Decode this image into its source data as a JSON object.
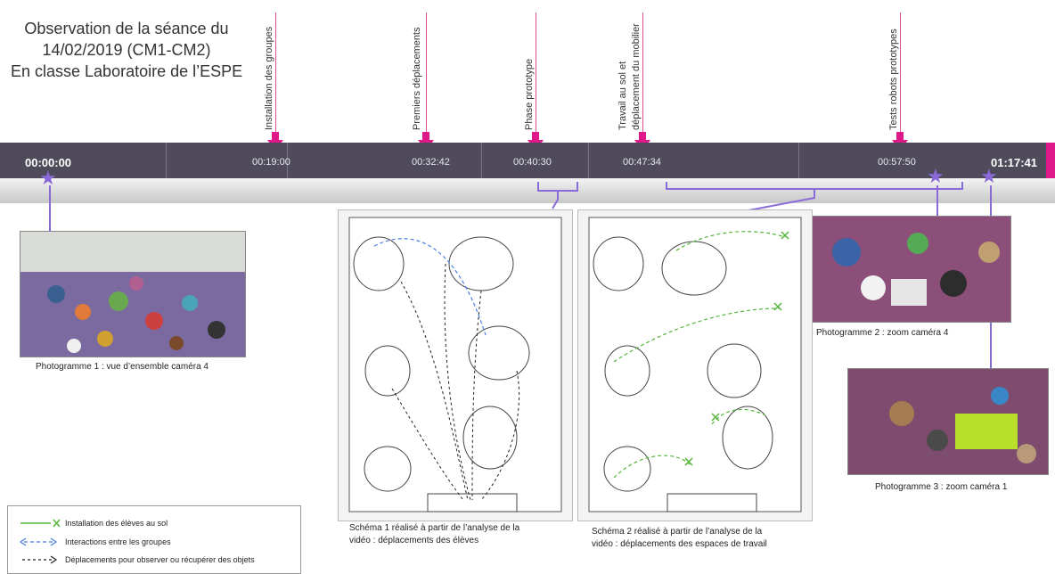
{
  "title": {
    "line1": "Observation de la séance du",
    "line2": "14/02/2019 (CM1-CM2)",
    "line3": "En classe Laboratoire de l’ESPE"
  },
  "phases": [
    {
      "label": "Installation des groupes"
    },
    {
      "label": "Premiers déplacements"
    },
    {
      "label": "Phase prototype"
    },
    {
      "label_line1": "Travail au sol et",
      "label_line2": "déplacement du mobilier"
    },
    {
      "label": "Tests robots prototypes"
    }
  ],
  "timeline": {
    "start": "00:00:00",
    "end": "01:17:41",
    "marks": [
      "00:19:00",
      "00:32:42",
      "00:40:30",
      "00:47:34",
      "00:57:50"
    ]
  },
  "photos": {
    "p1_caption": "Photogramme 1 : vue d’ensemble caméra 4",
    "p2_caption": "Photogramme 2 : zoom caméra 4",
    "p3_caption": "Photogramme 3 : zoom caméra 1"
  },
  "schemas": {
    "s1_caption_line1": "Schéma  1 réalisé à partir de l’analyse de la",
    "s1_caption_line2": "vidéo : déplacements des élèves",
    "s2_caption_line1": "Schéma  2 réalisé à partir de l’analyse de la",
    "s2_caption_line2": "vidéo : déplacements des espaces de travail"
  },
  "legend": {
    "item1": "Installation des élèves au sol",
    "item2": "Interactions entre les groupes",
    "item3": "Déplacements pour observer ou récupérer des  objets",
    "colors": {
      "green": "#55b53a",
      "blue": "#4a7fe0",
      "black": "#222222"
    }
  },
  "colors": {
    "timeline": "#4f4b5a",
    "accent_pink": "#e0198a",
    "star_purple": "#8a6ad8"
  }
}
